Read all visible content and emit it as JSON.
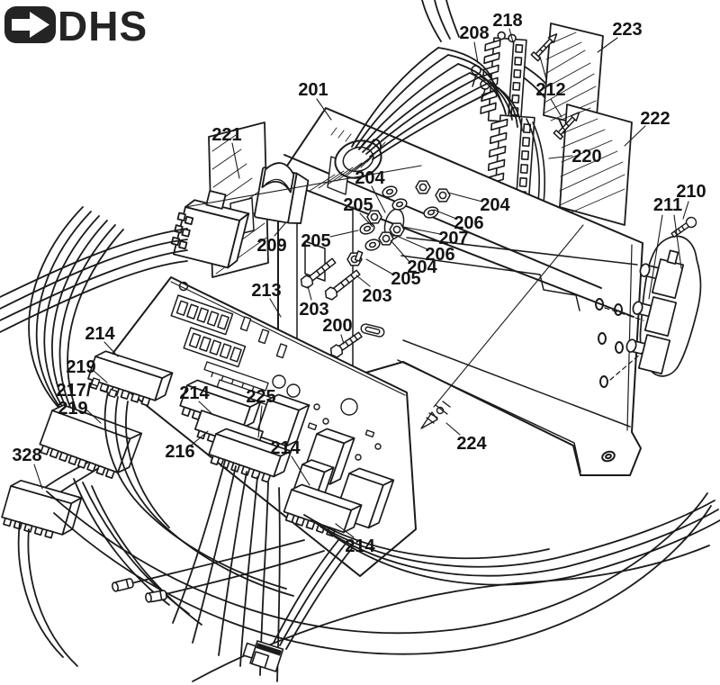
{
  "logo": {
    "brand": "DHS",
    "icon": "arrow-right-icon",
    "color": "#242424"
  },
  "colors": {
    "ink": "#1b1b1b",
    "paper": "#ffffff"
  },
  "diagram": {
    "type": "exploded-parts-diagram",
    "description": "Wiring harness, control panel chassis and circuit board exploded view",
    "part_labels": [
      {
        "id": "201",
        "text": "201"
      },
      {
        "id": "208",
        "text": "208"
      },
      {
        "id": "218",
        "text": "218"
      },
      {
        "id": "223",
        "text": "223"
      },
      {
        "id": "212",
        "text": "212"
      },
      {
        "id": "222",
        "text": "222"
      },
      {
        "id": "220",
        "text": "220"
      },
      {
        "id": "221",
        "text": "221"
      },
      {
        "id": "204-a",
        "text": "204"
      },
      {
        "id": "205-a",
        "text": "205"
      },
      {
        "id": "204-b",
        "text": "204"
      },
      {
        "id": "206-a",
        "text": "206"
      },
      {
        "id": "207",
        "text": "207"
      },
      {
        "id": "205-b",
        "text": "205"
      },
      {
        "id": "209",
        "text": "209"
      },
      {
        "id": "206-b",
        "text": "206"
      },
      {
        "id": "204-c",
        "text": "204"
      },
      {
        "id": "205-c",
        "text": "205"
      },
      {
        "id": "213",
        "text": "213"
      },
      {
        "id": "203-a",
        "text": "203"
      },
      {
        "id": "203-b",
        "text": "203"
      },
      {
        "id": "200",
        "text": "200"
      },
      {
        "id": "210",
        "text": "210"
      },
      {
        "id": "211",
        "text": "211"
      },
      {
        "id": "214-a",
        "text": "214"
      },
      {
        "id": "219-a",
        "text": "219"
      },
      {
        "id": "217-219-line1",
        "text": "217/"
      },
      {
        "id": "217-219-line2",
        "text": "219"
      },
      {
        "id": "328",
        "text": "328"
      },
      {
        "id": "214-b",
        "text": "214"
      },
      {
        "id": "216",
        "text": "216"
      },
      {
        "id": "225",
        "text": "225"
      },
      {
        "id": "214-c",
        "text": "214"
      },
      {
        "id": "224",
        "text": "224"
      },
      {
        "id": "214-d",
        "text": "214"
      }
    ]
  }
}
